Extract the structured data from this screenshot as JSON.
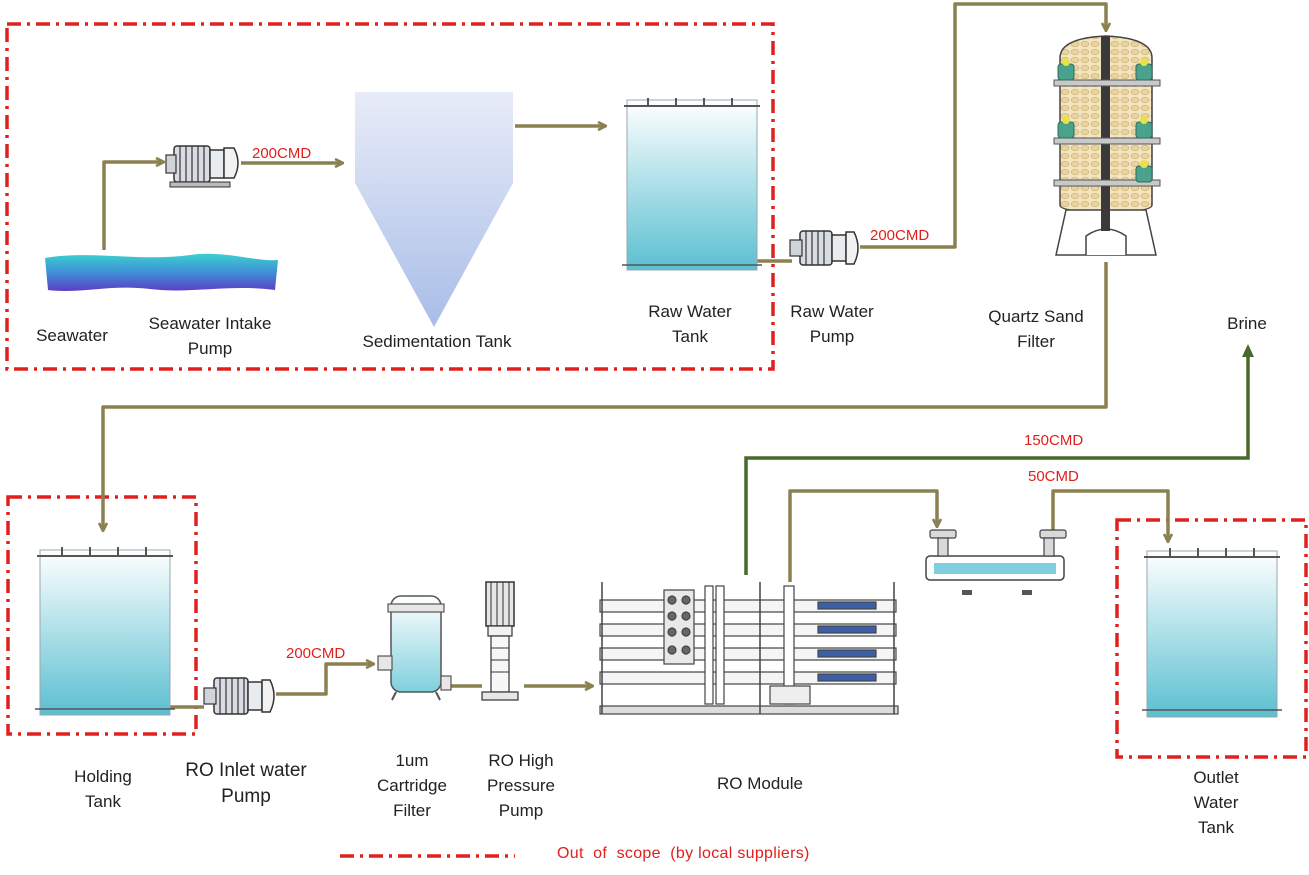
{
  "labels": {
    "seawater": "Seawater",
    "seawater_pump": "Seawater Intake Pump",
    "sedimentation": "Sedimentation Tank",
    "raw_tank": "Raw Water Tank",
    "raw_pump": "Raw Water Pump",
    "sand_filter": "Quartz Sand Filter",
    "brine": "Brine",
    "holding_tank": "Holding Tank",
    "ro_inlet_pump": "RO Inlet water Pump",
    "cartridge": "1um Cartridge Filter",
    "hp_pump": "RO High Pressure Pump",
    "ro_module": "RO Module",
    "outlet_tank": "Outlet Water Tank"
  },
  "flows": {
    "intake": "200CMD",
    "raw": "200CMD",
    "ro_inlet": "200CMD",
    "brine": "150CMD",
    "product": "50CMD"
  },
  "legend": {
    "text": "Out  of  scope  (by local suppliers)"
  },
  "colors": {
    "pipe": "#8b8150",
    "brine_pipe": "#4a6a2c",
    "scope_border": "#e0201c",
    "water": "#6cc6d6"
  }
}
